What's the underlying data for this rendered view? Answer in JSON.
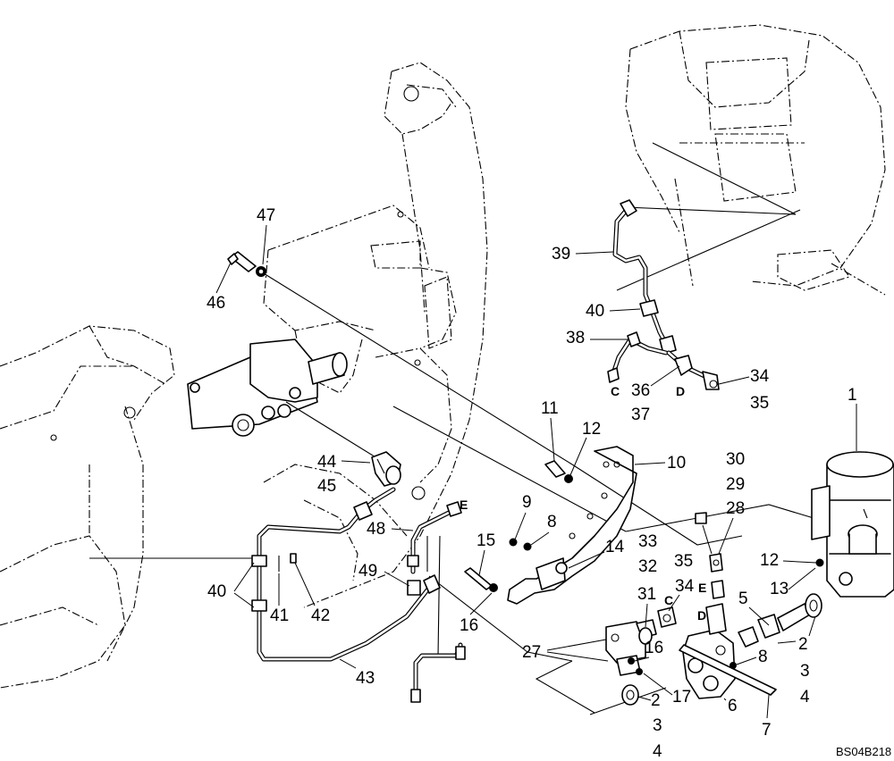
{
  "callouts": {
    "c1": "1",
    "c2a": "2",
    "c3a": "3",
    "c4a": "4",
    "c2b": "2",
    "c3b": "3",
    "c4b": "4",
    "c5": "5",
    "c6": "6",
    "c7": "7",
    "c8a": "8",
    "c8b": "8",
    "c9": "9",
    "c10": "10",
    "c11": "11",
    "c12a": "12",
    "c12b": "12",
    "c13": "13",
    "c14": "14",
    "c15": "15",
    "c16a": "16",
    "c16b": "16",
    "c17": "17",
    "c27": "27",
    "c28": "28",
    "c29": "29",
    "c30": "30",
    "c31": "31",
    "c32": "32",
    "c33": "33",
    "c34a": "34",
    "c35a": "35",
    "c34b": "34",
    "c35b": "35",
    "c36": "36",
    "c37": "37",
    "c38": "38",
    "c39": "39",
    "c40a": "40",
    "c40b": "40",
    "c41": "41",
    "c42": "42",
    "c43": "43",
    "c44": "44",
    "c45": "45",
    "c46": "46",
    "c47": "47",
    "c48": "48",
    "c49": "49",
    "c35c": "35"
  },
  "ports": {
    "pC1": "C",
    "pD1": "D",
    "pE1": "E",
    "pE2": "E",
    "pC2": "C",
    "pD2": "D"
  },
  "drawing_code": "BS04B218"
}
